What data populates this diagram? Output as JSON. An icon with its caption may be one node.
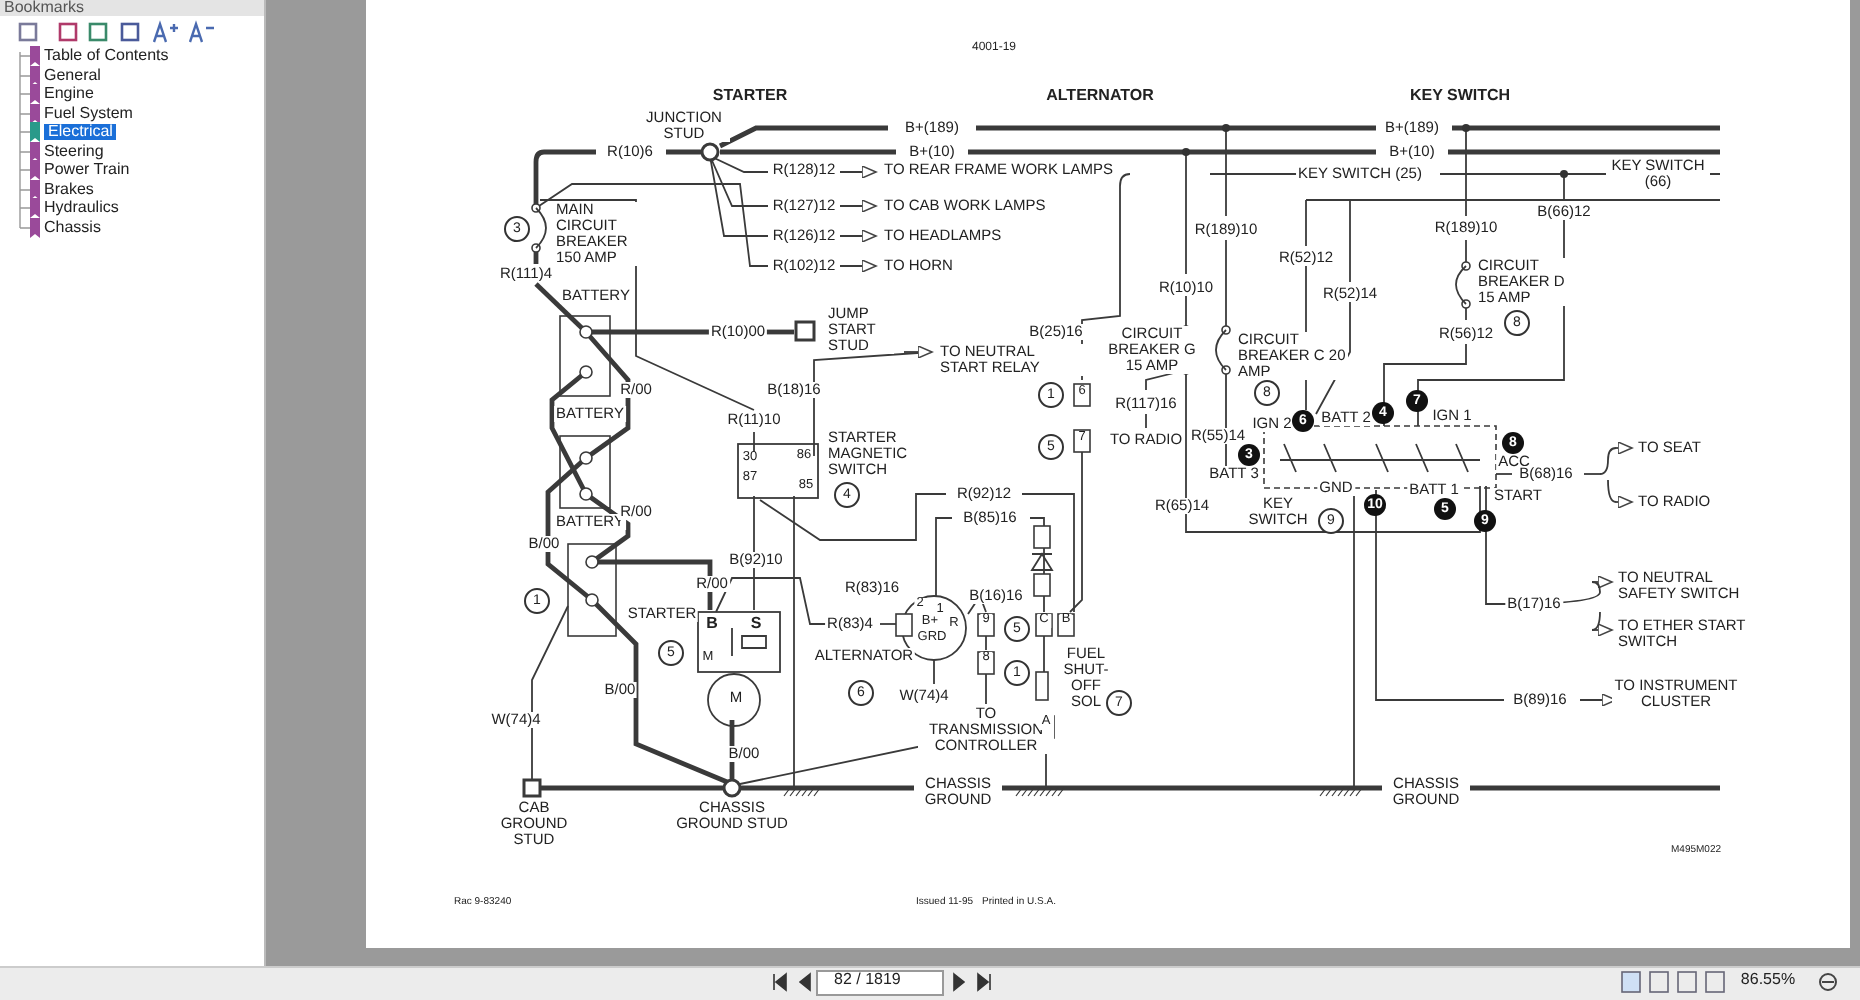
{
  "diagram": {
    "labels": [
      "Bookmarks",
      "Table of Contents",
      "General",
      "Engine",
      "Fuel System",
      "Electrical",
      "Steering",
      "Power Train",
      "Brakes",
      "Hydraulics",
      "Chassis",
      "4001-19",
      "STARTER",
      "ALTERNATOR",
      "KEY SWITCH",
      "JUNCTION STUD",
      "B+(189)",
      "B+(189)",
      "R(10)6",
      "B+(10)",
      "B+(10)",
      "R(128)12",
      "TO REAR FRAME WORK LAMPS",
      "KEY SWITCH (25)",
      "KEY SWITCH (66)",
      "R(127)12",
      "TO CAB WORK LAMPS",
      "MAIN CIRCUIT BREAKER 150 AMP",
      "3",
      "B(66)12",
      "R(189)10",
      "R(189)10",
      "R(126)12",
      "TO HEADLAMPS",
      "R(52)12",
      "R(102)12",
      "TO HORN",
      "CIRCUIT BREAKER D 15 AMP",
      "R(111)4",
      "BATTERY",
      "R(10)10",
      "R(52)14",
      "JUMP START STUD",
      "8",
      "R(10)00",
      "B(25)16",
      "CIRCUIT BREAKER G 15 AMP",
      "R(56)12",
      "CIRCUIT BREAKER C 20 AMP",
      "TO NEUTRAL START RELAY",
      "R/00",
      "B(18)16",
      "1",
      "6",
      "8",
      "R(117)16",
      "7",
      "BATTERY",
      "R(11)10",
      "IGN 2",
      "6",
      "BATT 2",
      "4",
      "IGN 1",
      "STARTER MAGNETIC SWITCH",
      "TO RADIO",
      "R(55)14",
      "7",
      "5",
      "8",
      "30",
      "86",
      "3",
      "ACC",
      "TO SEAT",
      "87",
      "BATT 3",
      "B(68)16",
      "85",
      "4",
      "R(92)12",
      "GND",
      "BATT 1",
      "START",
      "R(65)14",
      "KEY SWITCH",
      "10",
      "5",
      "TO RADIO",
      "BATTERY",
      "R/00",
      "B(85)16",
      "9",
      "9",
      "B/00",
      "B(92)10",
      "TO NEUTRAL SAFETY SWITCH",
      "1",
      "R/00",
      "R(83)16",
      "B(16)16",
      "B(17)16",
      "STARTER",
      "B",
      "S",
      "2",
      "1",
      "B+",
      "R",
      "GRD",
      "R(83)4",
      "9",
      "5",
      "C",
      "B",
      "TO ETHER START SWITCH",
      "5",
      "M",
      "ALTERNATOR",
      "FUEL SHUT- OFF SOL",
      "8",
      "1",
      "B/00",
      "M",
      "6",
      "W(74)4",
      "B(89)16",
      "TO INSTRUMENT CLUSTER",
      "7",
      "TO TRANSMISSION CONTROLLER",
      "W(74)4",
      "A",
      "B/00",
      "CHASSIS GROUND",
      "CHASSIS GROUND",
      "CAB GROUND STUD",
      "CHASSIS GROUND STUD",
      "M495M022",
      "Rac 9-83240",
      "Issued 11-95",
      "Printed in U.S.A.",
      "82 / 1819",
      "86.55%"
    ]
  }
}
